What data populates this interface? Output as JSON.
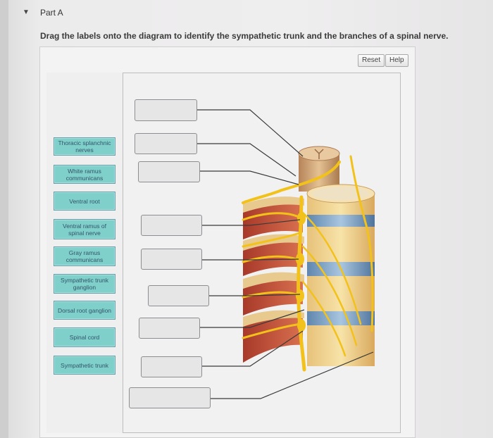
{
  "part": {
    "title": "Part A",
    "collapse_icon": "caret-down-icon"
  },
  "instruction": "Drag the labels onto the diagram to identify the sympathetic trunk and the branches of a spinal nerve.",
  "toolbar": {
    "reset_label": "Reset",
    "help_label": "Help"
  },
  "labels": [
    "Thoracic splanchnic nerves",
    "White ramus communicans",
    "Ventral root",
    "Ventral ramus of spinal nerve",
    "Gray ramus communicans",
    "Sympathetic trunk ganglion",
    "Dorsal root ganglion",
    "Spinal cord",
    "Sympathetic trunk"
  ],
  "colors": {
    "chip_fill": "#7fd0ca",
    "chip_text": "#34546a",
    "nerve": "#f2c21b",
    "bone": "#f3dc9c",
    "disc": "#7fa8c9",
    "muscle": "#c8553b"
  }
}
